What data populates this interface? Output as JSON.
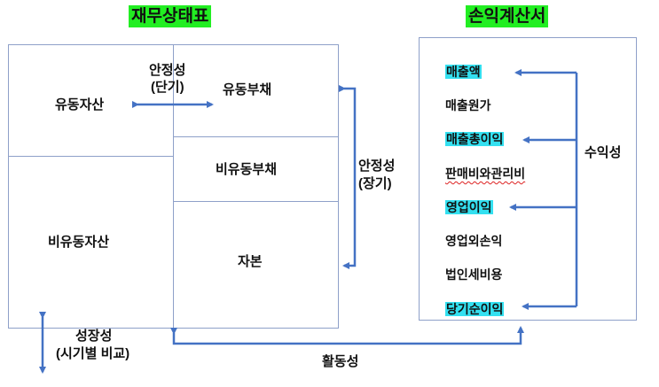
{
  "balance_sheet": {
    "title": "재무상태표",
    "current_assets": "유동자산",
    "non_current_assets": "비유동자산",
    "current_liabilities": "유동부채",
    "non_current_liabilities": "비유동부채",
    "equity": "자본"
  },
  "income_statement": {
    "title": "손익계산서",
    "items": [
      {
        "label": "매출액",
        "highlight": true
      },
      {
        "label": "매출원가",
        "highlight": false
      },
      {
        "label": "매출총이익",
        "highlight": true
      },
      {
        "label": "판매비와관리비",
        "highlight": false
      },
      {
        "label": "영업이익",
        "highlight": true
      },
      {
        "label": "영업외손익",
        "highlight": false
      },
      {
        "label": "법인세비용",
        "highlight": false
      },
      {
        "label": "당기순이익",
        "highlight": true
      }
    ]
  },
  "annotations": {
    "short_term_stability_line1": "안정성",
    "short_term_stability_line2": "(단기)",
    "long_term_stability_line1": "안정성",
    "long_term_stability_line2": "(장기)",
    "profitability": "수익성",
    "growth_line1": "성장성",
    "growth_line2": "(시기별 비교)",
    "activity": "활동성"
  },
  "colors": {
    "title_highlight": "#22ee22",
    "item_highlight": "#33e0f0",
    "arrow": "#4472c4",
    "box_border": "#8ea0c9"
  }
}
